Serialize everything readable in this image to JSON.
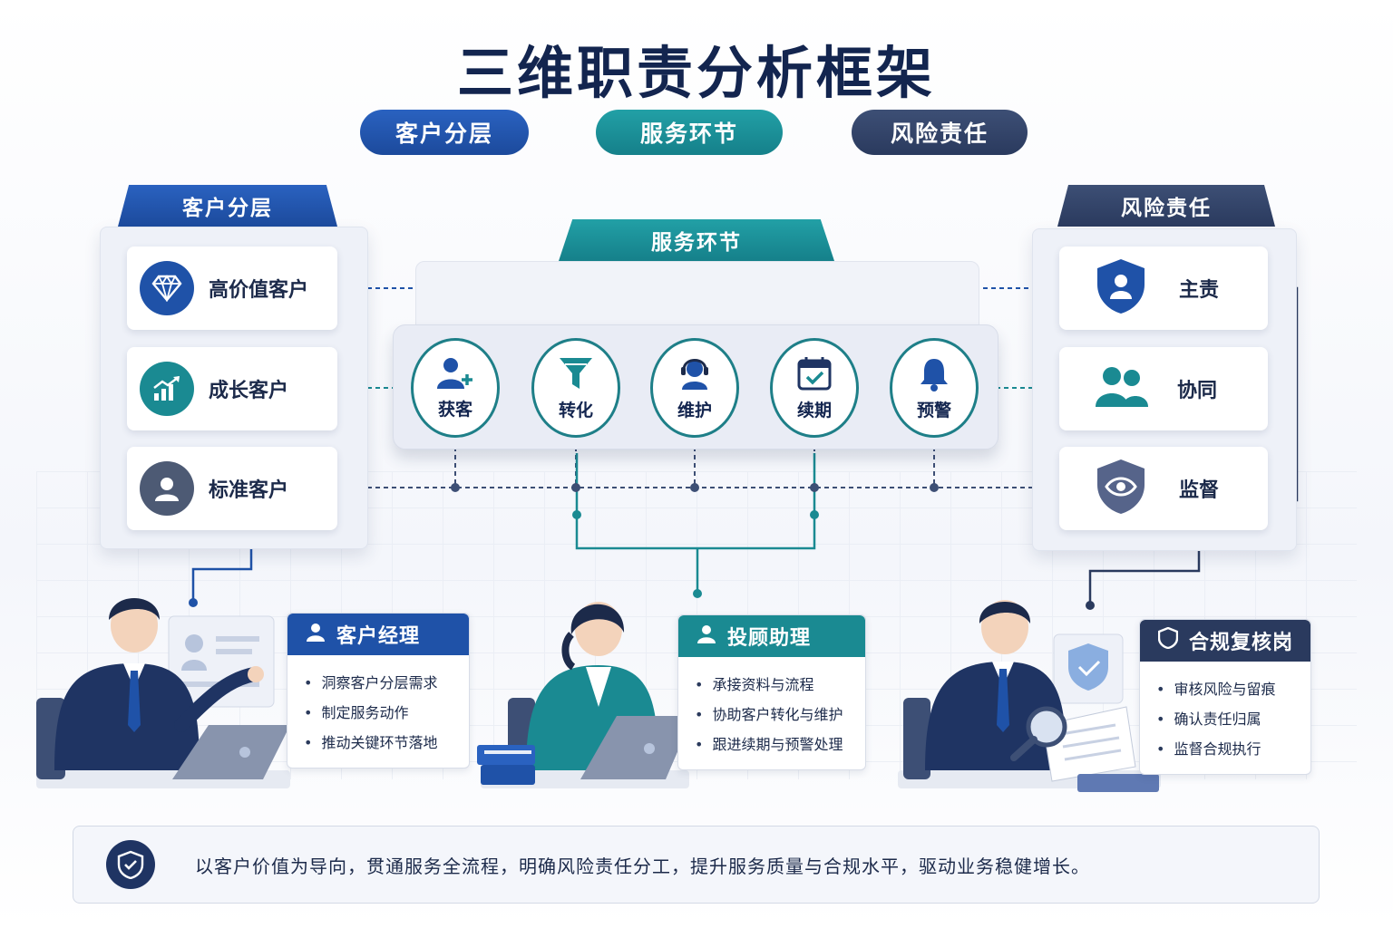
{
  "title": "三维职责分析框架",
  "pills": [
    "客户分层",
    "服务环节",
    "风险责任"
  ],
  "client_panel": {
    "header": "客户分层",
    "items": [
      {
        "label": "高价值客户",
        "icon": "diamond-icon"
      },
      {
        "label": "成长客户",
        "icon": "growth-chart-icon"
      },
      {
        "label": "标准客户",
        "icon": "user-icon"
      }
    ]
  },
  "service_panel": {
    "header": "服务环节",
    "steps": [
      {
        "label": "获客",
        "icon": "user-add-icon"
      },
      {
        "label": "转化",
        "icon": "funnel-icon"
      },
      {
        "label": "维护",
        "icon": "headset-icon"
      },
      {
        "label": "续期",
        "icon": "calendar-check-icon"
      },
      {
        "label": "预警",
        "icon": "bell-icon"
      }
    ]
  },
  "risk_panel": {
    "header": "风险责任",
    "items": [
      {
        "label": "主责",
        "icon": "shield-user-icon"
      },
      {
        "label": "协同",
        "icon": "users-icon"
      },
      {
        "label": "监督",
        "icon": "shield-eye-icon"
      }
    ]
  },
  "roles": [
    {
      "title": "客户经理",
      "bullets": [
        "洞察客户分层需求",
        "制定服务动作",
        "推动关键环节落地"
      ]
    },
    {
      "title": "投顾助理",
      "bullets": [
        "承接资料与流程",
        "协助客户转化与维护",
        "跟进续期与预警处理"
      ]
    },
    {
      "title": "合规复核岗",
      "bullets": [
        "审核风险与留痕",
        "确认责任归属",
        "监督合规执行"
      ]
    }
  ],
  "banner": "以客户价值为导向，贯通服务全流程，明确风险责任分工，提升服务质量与合规水平，驱动业务稳健增长。",
  "colors": {
    "navy": "#13254f",
    "blue": "#1f52a8",
    "teal": "#1a8a92",
    "slate": "#34466e"
  }
}
